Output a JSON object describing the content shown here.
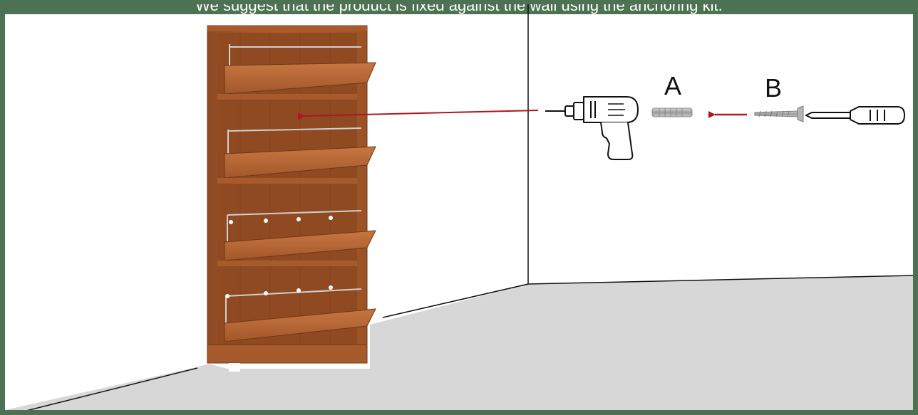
{
  "instruction": "We suggest that the product is fixed against the wall using the anchoring kit.",
  "labels": {
    "dowel": "A",
    "screw": "B"
  },
  "icons": [
    "drill-icon",
    "wall-plug-icon",
    "screw-icon",
    "screwdriver-icon",
    "arrow-icon"
  ],
  "colors": {
    "frame": "#4d7253",
    "arrow": "#b0161d",
    "floor": "#d7d7d7",
    "wood": "#b4622f",
    "wall_line": "#111111"
  }
}
